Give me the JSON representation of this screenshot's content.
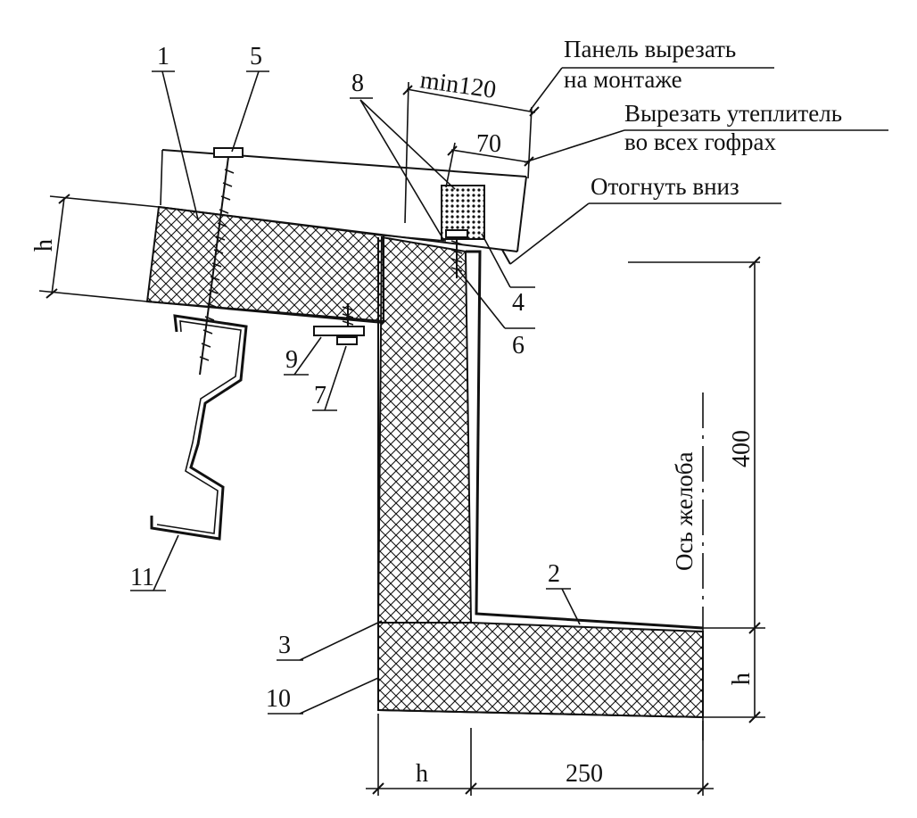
{
  "callouts": {
    "item_1": "1",
    "item_2": "2",
    "item_3": "3",
    "item_4": "4",
    "item_5": "5",
    "item_6": "6",
    "item_7": "7",
    "item_8": "8",
    "item_9": "9",
    "item_10": "10",
    "item_11": "11"
  },
  "notes": {
    "cut_panel_line1": "Панель вырезать",
    "cut_panel_line2": "на монтаже",
    "cut_insulation_line1": "Вырезать утеплитель",
    "cut_insulation_line2": "во всех гофрах",
    "bend_down": "Отогнуть вниз",
    "gutter_axis": "Ось желоба"
  },
  "dimensions": {
    "min120": "min120",
    "d70": "70",
    "h_panel": "h",
    "d400": "400",
    "h_gutter": "h",
    "h_bottom": "h",
    "d250": "250"
  },
  "colors": {
    "ink": "#111111",
    "background": "#ffffff"
  }
}
